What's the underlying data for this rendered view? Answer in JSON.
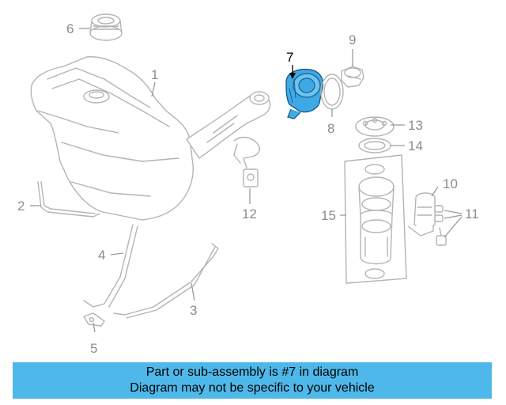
{
  "callouts": {
    "c1": "1",
    "c2": "2",
    "c3": "3",
    "c4": "4",
    "c5": "5",
    "c6": "6",
    "c7": "7",
    "c8": "8",
    "c9": "9",
    "c10": "10",
    "c11": "11",
    "c12": "12",
    "c13": "13",
    "c14": "14",
    "c15": "15"
  },
  "highlight": {
    "part": "7",
    "color": "#3fa9e6"
  },
  "banner": {
    "line1": "Part or sub-assembly is #7 in diagram",
    "line2": "Diagram may not be specific to your vehicle",
    "background": "#4fb8ea"
  }
}
